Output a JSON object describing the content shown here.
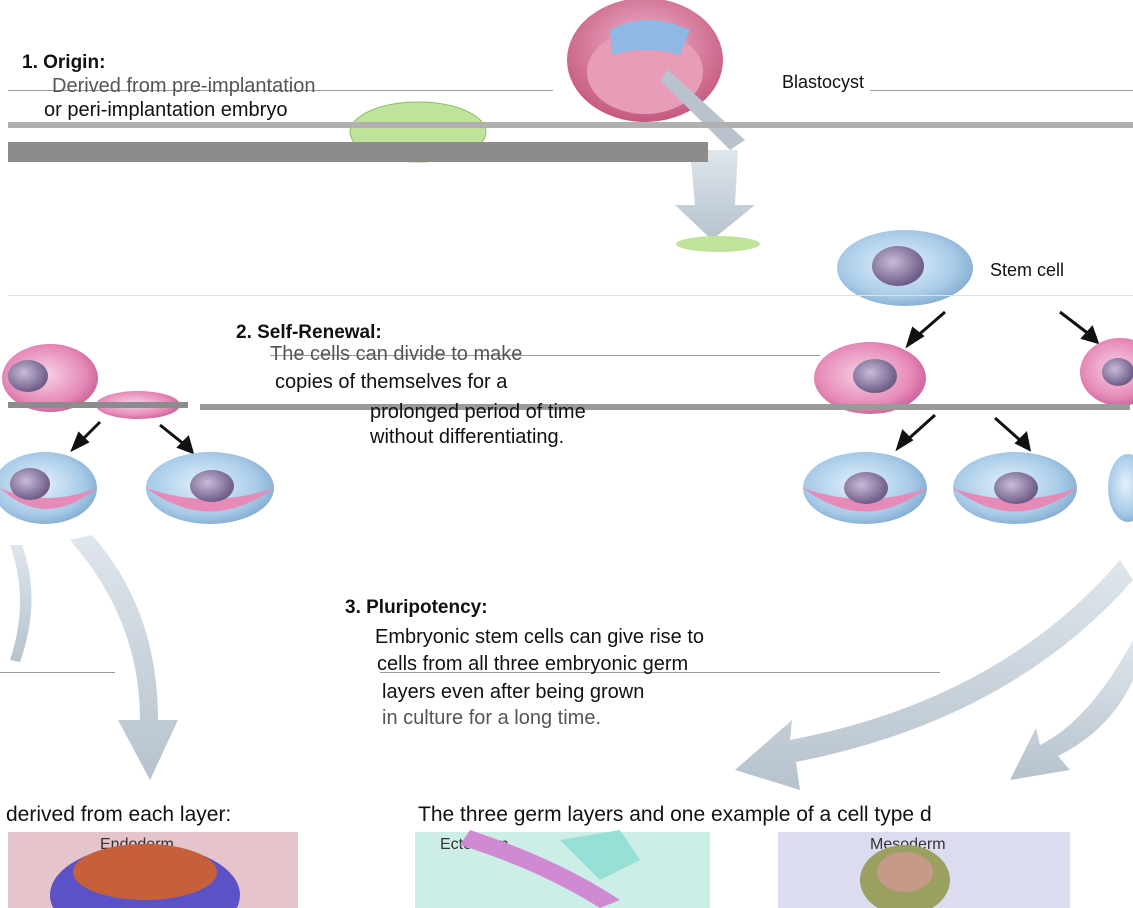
{
  "sections": {
    "origin": {
      "title": "1. Origin:",
      "line1": "Derived from pre-implantation",
      "line2": "or peri-implantation embryo"
    },
    "self_renewal": {
      "title": "2. Self-Renewal:",
      "line1": "The cells can divide to make",
      "line2": "copies of themselves for a",
      "line3": "prolonged period of time",
      "line4": "without differentiating."
    },
    "pluripotency": {
      "title": "3. Pluripotency:",
      "line1": "Embryonic stem cells can give rise to",
      "line2": "cells from all three embryonic germ",
      "line3": "layers even after being grown",
      "line4": "in culture for a long time."
    }
  },
  "labels": {
    "blastocyst": "Blastocyst",
    "stem_cell": "Stem cell"
  },
  "germ_layers": {
    "caption_left": "derived from each layer:",
    "caption_right": "The three germ layers and one example of a cell type d",
    "panels": [
      {
        "name": "Endoderm",
        "color": "#e6c4cc"
      },
      {
        "name": "Ectoderm",
        "color": "#cdeee6"
      },
      {
        "name": "Mesoderm",
        "color": "#dcdcf0"
      }
    ]
  },
  "colors": {
    "cell_pink": "#e68ab8",
    "cell_blue": "#a8cbe8",
    "nucleus": "#8c7aa0",
    "arrow_gray": "#c5cfd8",
    "embryo_green": "#b6dc8e"
  }
}
